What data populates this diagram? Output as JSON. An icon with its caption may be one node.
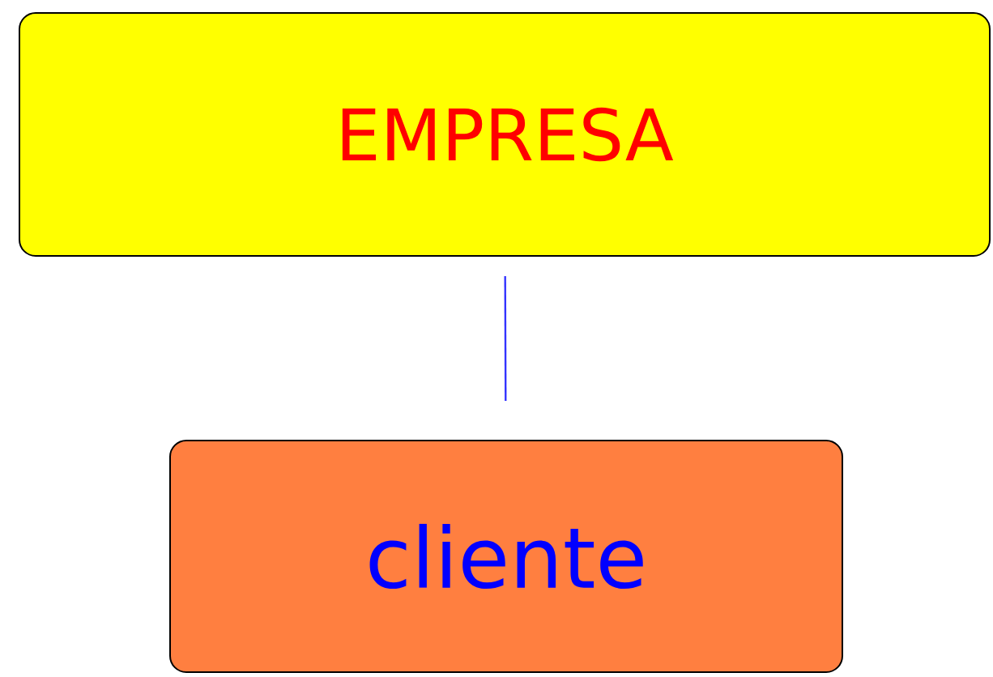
{
  "diagram": {
    "nodes": [
      {
        "text": [
          "EMPRESA"
        ]
      },
      {
        "text": [
          "cliente"
        ]
      }
    ],
    "edges": [
      {
        "from": 0,
        "to": 1,
        "arrow": "none"
      }
    ]
  }
}
